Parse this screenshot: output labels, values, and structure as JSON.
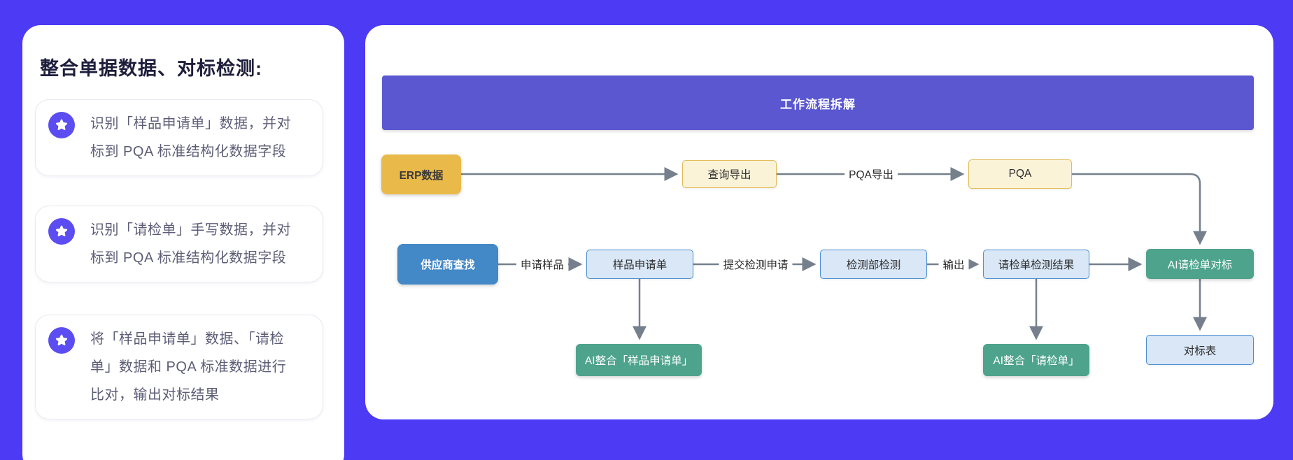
{
  "left_panel": {
    "title": "整合单据数据、对标检测:",
    "items": [
      {
        "icon": "star-badge-icon",
        "text": "识别「样品申请单」数据，并对标到 PQA 标准结构化数据字段"
      },
      {
        "icon": "star-badge-icon",
        "text": "识别「请检单」手写数据，并对标到 PQA 标准结构化数据字段"
      },
      {
        "icon": "star-badge-icon",
        "text": "将「样品申请单」数据、「请检单」数据和 PQA 标准数据进行比对，输出对标结果"
      }
    ]
  },
  "flowchart": {
    "banner": "工作流程拆解",
    "nodes": [
      {
        "id": "erp-data",
        "label": "ERP数据",
        "style": "gold-solid"
      },
      {
        "id": "query-export",
        "label": "查询导出",
        "style": "gold-light"
      },
      {
        "id": "pqa",
        "label": "PQA",
        "style": "gold-light"
      },
      {
        "id": "supplier-search",
        "label": "供应商查找",
        "style": "blue-solid"
      },
      {
        "id": "sample-application-form",
        "label": "样品申请单",
        "style": "blue-light"
      },
      {
        "id": "testing-department",
        "label": "检测部检测",
        "style": "blue-light"
      },
      {
        "id": "inspection-result",
        "label": "请检单检测结果",
        "style": "blue-light"
      },
      {
        "id": "ai-inspection-benchmark",
        "label": "AI请检单对标",
        "style": "green"
      },
      {
        "id": "ai-merge-sample-form",
        "label": "AI整合「样品申请单」",
        "style": "green"
      },
      {
        "id": "ai-merge-inspection-form",
        "label": "AI整合「请检单」",
        "style": "green"
      },
      {
        "id": "benchmark-table",
        "label": "对标表",
        "style": "blue-light"
      }
    ],
    "edge_labels": [
      {
        "id": "pqa-export",
        "text": "PQA导出"
      },
      {
        "id": "apply-sample",
        "text": "申请样品"
      },
      {
        "id": "submit-inspection",
        "text": "提交检测申请"
      },
      {
        "id": "output",
        "text": "输出"
      }
    ],
    "colors": {
      "page_background": "#4C3AF5",
      "banner": "#5A57D1",
      "gold": "#E9B949",
      "gold_light": "#FBF3D8",
      "gold_border": "#E2BC57",
      "blue": "#4388C7",
      "blue_light": "#D9E7F7",
      "blue_border": "#4C8FD2",
      "green": "#4DA38C",
      "arrow": "#75808C",
      "icon_purple": "#5B4DF2"
    }
  }
}
